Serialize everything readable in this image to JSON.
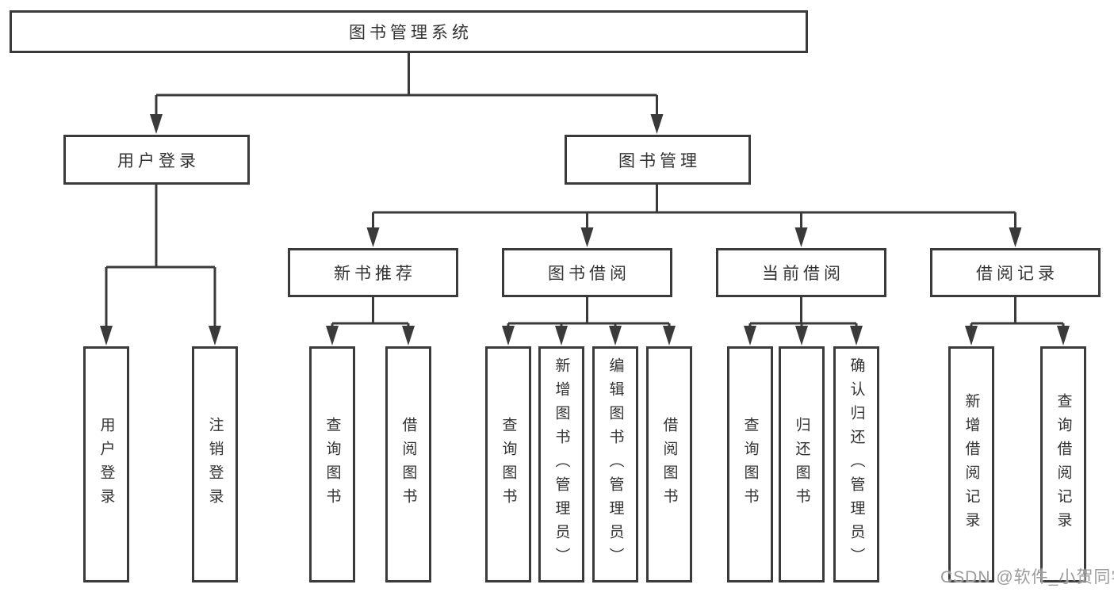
{
  "diagram": {
    "root_label": "图书管理系统",
    "user_branch": {
      "label": "用户登录",
      "leaves": [
        "用户登录",
        "注销登录"
      ]
    },
    "book_branch": {
      "label": "图书管理",
      "groups": [
        {
          "label": "新书推荐",
          "leaves": [
            "查询图书",
            "借阅图书"
          ]
        },
        {
          "label": "图书借阅",
          "leaves": [
            "查询图书",
            "新增图书（管理员）",
            "编辑图书（管理员）",
            "借阅图书"
          ]
        },
        {
          "label": "当前借阅",
          "leaves": [
            "查询图书",
            "归还图书",
            "确认归还（管理员）"
          ]
        },
        {
          "label": "借阅记录",
          "leaves": [
            "新增借阅记录",
            "查询借阅记录"
          ]
        }
      ]
    }
  },
  "watermark": {
    "text": "CSDN @软件_小贺同学"
  },
  "colors": {
    "line": "#3a3a3a",
    "text": "#333333",
    "watermark": "#9b9b9b",
    "background": "#ffffff"
  }
}
